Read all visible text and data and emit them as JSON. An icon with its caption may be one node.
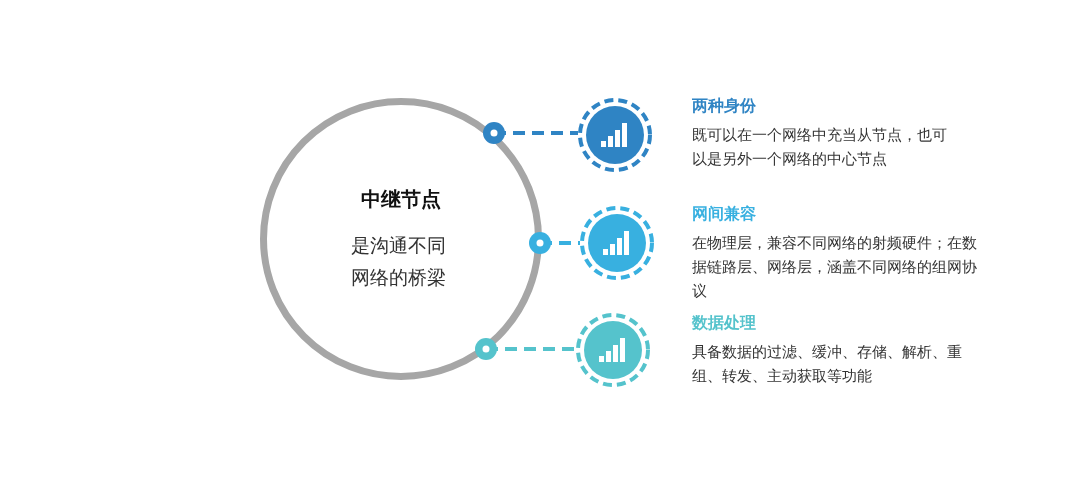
{
  "diagram": {
    "nodes": [
      {
        "text": [
          "中继节点",
          "是沟通不同网络的桥梁"
        ]
      },
      {
        "text": [],
        "shape": "circle",
        "beside": [
          "两种身份",
          "既可以在一个网络中充当从节点，也可以是另外一个网络的中心节点"
        ]
      },
      {
        "text": [],
        "shape": "circle",
        "beside": [
          "网间兼容",
          "在物理层，兼容不同网络的射频硬件；在数据链路层、网络层，涵盖不同网络的组网协议"
        ]
      },
      {
        "text": [],
        "shape": "circle",
        "beside": [
          "数据处理",
          "具备数据的过滤、缓冲、存储、解析、重组、转发、主动获取等功能"
        ]
      }
    ],
    "edges": [
      {
        "from": 0,
        "to": 1,
        "arrow": "other",
        "style": "dashed",
        "color": "#2f84c4"
      },
      {
        "from": 0,
        "to": 2,
        "arrow": "other",
        "style": "dashed",
        "color": "#38b0e0"
      },
      {
        "from": 0,
        "to": 3,
        "arrow": "other",
        "style": "dashed",
        "color": "#55c3cc"
      }
    ]
  }
}
